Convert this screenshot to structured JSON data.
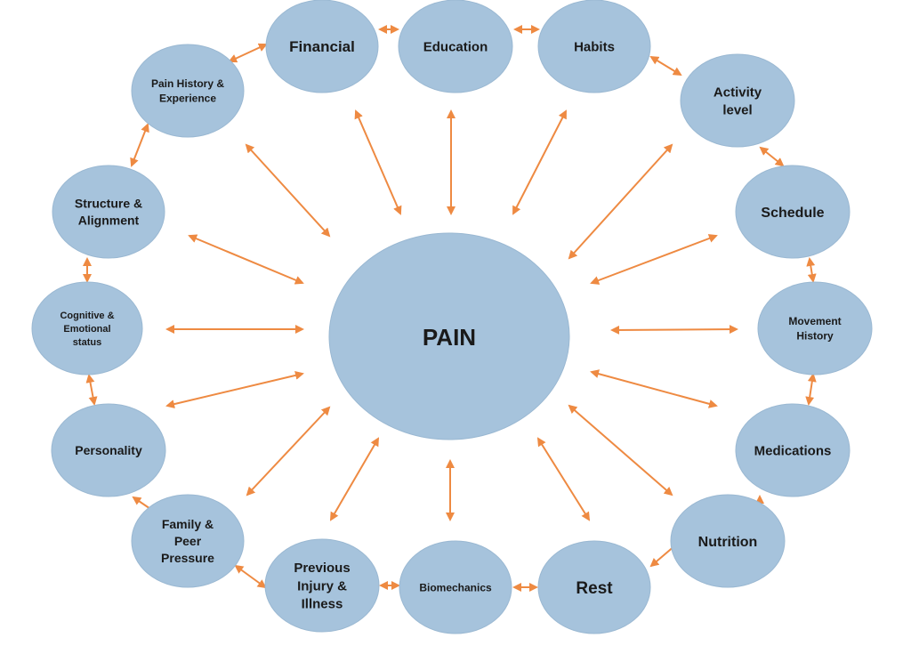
{
  "center": {
    "label": "PAIN"
  },
  "colors": {
    "node_fill": "#a6c3dc",
    "node_stroke": "#9ab8d2",
    "arrow": "#ee8a42",
    "text": "#1a1a1a"
  },
  "nodes": [
    {
      "id": "financial",
      "lines": [
        "Financial"
      ]
    },
    {
      "id": "education",
      "lines": [
        "Education"
      ]
    },
    {
      "id": "habits",
      "lines": [
        "Habits"
      ]
    },
    {
      "id": "activity-level",
      "lines": [
        "Activity",
        "level"
      ]
    },
    {
      "id": "schedule",
      "lines": [
        "Schedule"
      ]
    },
    {
      "id": "movement-history",
      "lines": [
        "Movement",
        "History"
      ]
    },
    {
      "id": "medications",
      "lines": [
        "Medications"
      ]
    },
    {
      "id": "nutrition",
      "lines": [
        "Nutrition"
      ]
    },
    {
      "id": "rest",
      "lines": [
        "Rest"
      ]
    },
    {
      "id": "biomechanics",
      "lines": [
        "Biomechanics"
      ]
    },
    {
      "id": "previous-injury-illness",
      "lines": [
        "Previous",
        "Injury &",
        "Illness"
      ]
    },
    {
      "id": "family-peer-pressure",
      "lines": [
        "Family &",
        "Peer",
        "Pressure"
      ]
    },
    {
      "id": "personality",
      "lines": [
        "Personality"
      ]
    },
    {
      "id": "cognitive-emotional-status",
      "lines": [
        "Cognitive  &",
        "Emotional",
        "status"
      ]
    },
    {
      "id": "structure-alignment",
      "lines": [
        "Structure &",
        "Alignment"
      ]
    },
    {
      "id": "pain-history-experience",
      "lines": [
        "Pain History &",
        "Experience"
      ]
    }
  ]
}
